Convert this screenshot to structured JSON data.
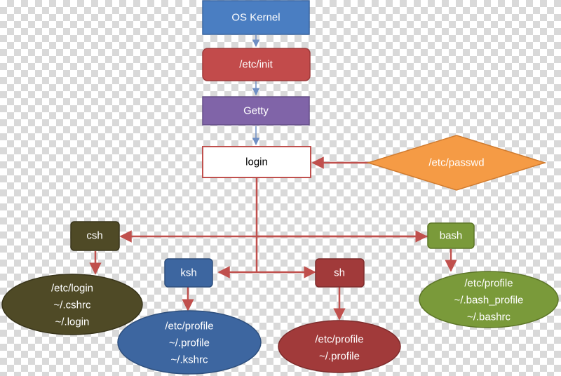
{
  "nodes": {
    "os_kernel": {
      "label": "OS Kernel",
      "fill": "#4a7ec2",
      "stroke": "#3a66a0"
    },
    "etc_init": {
      "label": "/etc/init",
      "fill": "#c24b4b",
      "stroke": "#9e3a3a"
    },
    "getty": {
      "label": "Getty",
      "fill": "#8064a8",
      "stroke": "#654f88"
    },
    "login": {
      "label": "login",
      "fill": "#ffffff",
      "stroke": "#c0504d"
    },
    "etc_passwd": {
      "label": "/etc/passwd",
      "fill": "#f59b45",
      "stroke": "#d07b2f"
    },
    "csh": {
      "label": "csh",
      "fill": "#4f4a26",
      "stroke": "#38341a"
    },
    "ksh": {
      "label": "ksh",
      "fill": "#3d66a0",
      "stroke": "#2e4f7d"
    },
    "sh": {
      "label": "sh",
      "fill": "#a13a3a",
      "stroke": "#7e2c2c"
    },
    "bash": {
      "label": "bash",
      "fill": "#7a9a3a",
      "stroke": "#5c7528"
    },
    "csh_files": {
      "lines": [
        "/etc/login",
        "~/.cshrc",
        "~/.login"
      ],
      "fill": "#4f4a26",
      "stroke": "#38341a"
    },
    "ksh_files": {
      "lines": [
        "/etc/profile",
        "~/.profile",
        "~/.kshrc"
      ],
      "fill": "#3d66a0",
      "stroke": "#2e4f7d"
    },
    "sh_files": {
      "lines": [
        "/etc/profile",
        "~/.profile"
      ],
      "fill": "#a13a3a",
      "stroke": "#7e2c2c"
    },
    "bash_files": {
      "lines": [
        "/etc/profile",
        "~/.bash_profile",
        "~/.bashrc"
      ],
      "fill": "#7a9a3a",
      "stroke": "#5c7528"
    }
  },
  "colors": {
    "kernel_chain_arrow": "#6f8fc4",
    "connector": "#c0504d"
  }
}
